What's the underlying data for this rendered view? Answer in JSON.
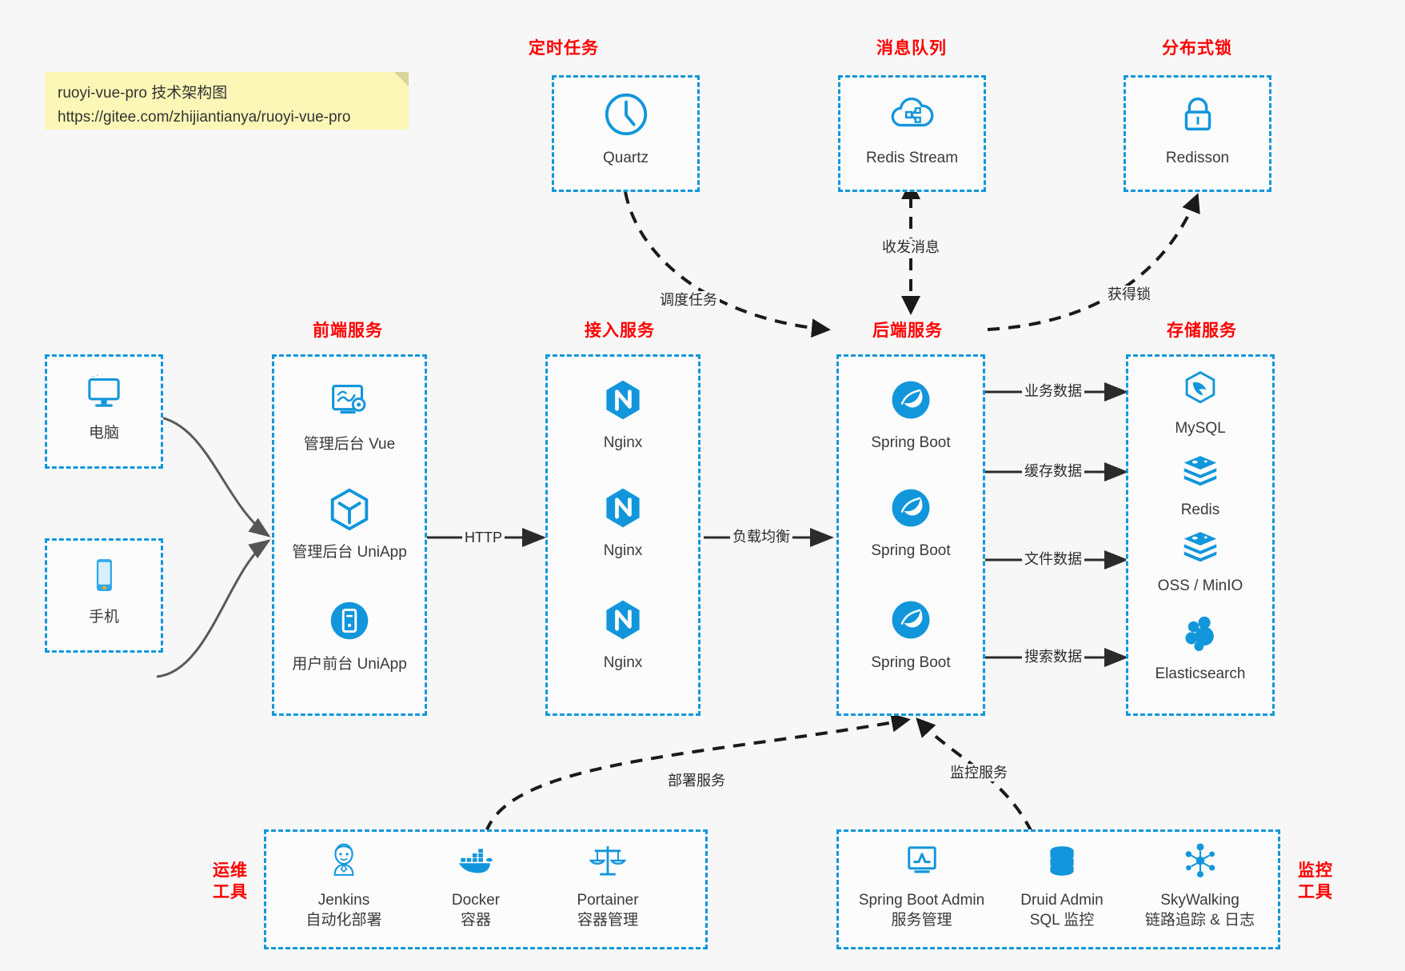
{
  "note": {
    "line1": "ruoyi-vue-pro 技术架构图",
    "line2": "https://gitee.com/zhijiantianya/ruoyi-vue-pro"
  },
  "colors": {
    "accent_blue": "#1296db",
    "header_red": "#ff0000",
    "background": "#f7f7f7",
    "note_yellow": "#fcf7b6",
    "text_dark": "#3a3a3a",
    "arrow_solid": "#333333",
    "arrow_dashed": "#1a1a1a"
  },
  "groups": {
    "scheduler": {
      "title": "定时任务",
      "nodes": [
        {
          "label": "Quartz",
          "icon": "clock-icon"
        }
      ]
    },
    "mq": {
      "title": "消息队列",
      "nodes": [
        {
          "label": "Redis Stream",
          "icon": "cloud-stream-icon"
        }
      ]
    },
    "lock": {
      "title": "分布式锁",
      "nodes": [
        {
          "label": "Redisson",
          "icon": "lock-icon"
        }
      ]
    },
    "clients": {
      "nodes": [
        {
          "label": "电脑",
          "icon": "desktop-icon"
        },
        {
          "label": "手机",
          "icon": "mobile-phone-icon"
        }
      ]
    },
    "frontend": {
      "title": "前端服务",
      "nodes": [
        {
          "label": "管理后台 Vue",
          "icon": "dashboard-vue-icon"
        },
        {
          "label": "管理后台 UniApp",
          "icon": "uniapp-cube-icon"
        },
        {
          "label": "用户前台 UniApp",
          "icon": "app-door-icon"
        }
      ]
    },
    "gateway": {
      "title": "接入服务",
      "nodes": [
        {
          "label": "Nginx",
          "icon": "nginx-icon"
        },
        {
          "label": "Nginx",
          "icon": "nginx-icon"
        },
        {
          "label": "Nginx",
          "icon": "nginx-icon"
        }
      ]
    },
    "backend": {
      "title": "后端服务",
      "nodes": [
        {
          "label": "Spring Boot",
          "icon": "spring-boot-icon"
        },
        {
          "label": "Spring Boot",
          "icon": "spring-boot-icon"
        },
        {
          "label": "Spring Boot",
          "icon": "spring-boot-icon"
        }
      ]
    },
    "storage": {
      "title": "存储服务",
      "nodes": [
        {
          "label": "MySQL",
          "icon": "mysql-icon"
        },
        {
          "label": "Redis",
          "icon": "redis-icon"
        },
        {
          "label": "OSS / MinIO",
          "icon": "oss-minio-icon"
        },
        {
          "label": "Elasticsearch",
          "icon": "elasticsearch-icon"
        }
      ]
    },
    "devops": {
      "title_line1": "运维",
      "title_line2": "工具",
      "nodes": [
        {
          "label": "Jenkins",
          "sub": "自动化部署",
          "icon": "jenkins-icon"
        },
        {
          "label": "Docker",
          "sub": "容器",
          "icon": "docker-icon"
        },
        {
          "label": "Portainer",
          "sub": "容器管理",
          "icon": "portainer-scales-icon"
        }
      ]
    },
    "monitor": {
      "title_line1": "监控",
      "title_line2": "工具",
      "nodes": [
        {
          "label": "Spring Boot Admin",
          "sub": "服务管理",
          "icon": "monitor-chart-icon"
        },
        {
          "label": "Druid Admin",
          "sub": "SQL 监控",
          "icon": "database-icon"
        },
        {
          "label": "SkyWalking",
          "sub": "链路追踪 & 日志",
          "icon": "skywalking-icon"
        }
      ]
    }
  },
  "edges": [
    {
      "id": "http",
      "label": "HTTP",
      "from": "frontend",
      "to": "gateway",
      "style": "solid"
    },
    {
      "id": "lb",
      "label": "负载均衡",
      "from": "gateway",
      "to": "backend",
      "style": "solid"
    },
    {
      "id": "biz-data",
      "label": "业务数据",
      "from": "backend",
      "to": "MySQL",
      "style": "solid"
    },
    {
      "id": "cache-data",
      "label": "缓存数据",
      "from": "backend",
      "to": "Redis",
      "style": "solid"
    },
    {
      "id": "file-data",
      "label": "文件数据",
      "from": "backend",
      "to": "OSS / MinIO",
      "style": "solid"
    },
    {
      "id": "search-data",
      "label": "搜索数据",
      "from": "backend",
      "to": "Elasticsearch",
      "style": "solid"
    },
    {
      "id": "schedule",
      "label": "调度任务",
      "from": "scheduler",
      "to": "backend",
      "style": "dashed"
    },
    {
      "id": "mq-msg",
      "label": "收发消息",
      "from": "mq",
      "to": "backend",
      "style": "dashed-bidirectional"
    },
    {
      "id": "acquire-lock",
      "label": "获得锁",
      "from": "backend",
      "to": "lock",
      "style": "dashed"
    },
    {
      "id": "deploy",
      "label": "部署服务",
      "from": "devops",
      "to": "backend",
      "style": "dashed"
    },
    {
      "id": "monitoring",
      "label": "监控服务",
      "from": "monitor",
      "to": "backend",
      "style": "dashed"
    },
    {
      "id": "pc-to-front",
      "label": "",
      "from": "电脑",
      "to": "frontend",
      "style": "curve"
    },
    {
      "id": "ph-to-front",
      "label": "",
      "from": "手机",
      "to": "frontend",
      "style": "curve"
    }
  ]
}
